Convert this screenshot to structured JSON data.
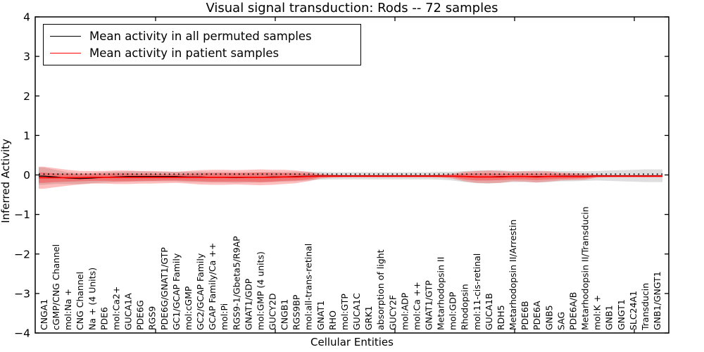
{
  "figure": {
    "title": "Visual signal transduction: Rods -- 72 samples",
    "xlabel": "Cellular Entities",
    "ylabel": "Inferred Activity",
    "legend": {
      "items": [
        {
          "label": "Mean activity in all permuted samples",
          "color": "#000000"
        },
        {
          "label": "Mean activity in patient samples",
          "color": "#ff0000"
        }
      ]
    }
  },
  "chart_data": {
    "type": "line",
    "title": "Visual signal transduction: Rods -- 72 samples",
    "xlabel": "Cellular Entities",
    "ylabel": "Inferred Activity",
    "ylim": [
      -4,
      4
    ],
    "y_ticks": [
      -4,
      -3,
      -2,
      -1,
      0,
      1,
      2,
      3,
      4
    ],
    "grid": false,
    "legend_position": "upper left",
    "colors": {
      "permuted_mean": "#000000",
      "patient_mean": "#ff0000",
      "zero_reference": "#000000",
      "permuted_band": "rgba(0,0,0,0.13)",
      "patient_band_outer": "rgba(255,0,0,0.25)",
      "patient_band_inner": "rgba(255,0,0,0.29)"
    },
    "categories": [
      "CNGA1",
      "cGMP/CNG Channel",
      "mol:Na +",
      "CNG Channel",
      "Na + (4 Units)",
      "PDE6",
      "mol:Ca2+",
      "GUCA1A",
      "PDE6G",
      "RGS9",
      "PDE6G/GNAT1/GTP",
      "GC1/GCAP Family",
      "mol:cGMP",
      "GC2/GCAP Family",
      "GCAP Family/Ca ++",
      "mol:Pi",
      "RGS9-1/Gbeta5/R9AP",
      "GNAT1/GDP",
      "mol:GMP (4 units)",
      "GUCY2D",
      "CNGB1",
      "RGS9BP",
      "mol:all-trans-retinal",
      "GNAT1",
      "RHO",
      "mol:GTP",
      "GUCA1C",
      "GRK1",
      "absorption of light",
      "GUCY2F",
      "mol:ADP",
      "mol:Ca ++",
      "GNAT1/GTP",
      "Metarhodopsin II",
      "mol:GDP",
      "Rhodopsin",
      "mol:11-cis-retinal",
      "GUCA1B",
      "RDH5",
      "Metarhodopsin II/Arrestin",
      "PDE6B",
      "PDE6A",
      "GNB5",
      "SAG",
      "PDE6A/B",
      "Metarhodopsin II/Transducin",
      "mol:K +",
      "GNB1",
      "GNGT1",
      "SLC24A1",
      "Transducin",
      "GNB1/GNGT1"
    ],
    "series": [
      {
        "name": "Mean activity in all permuted samples",
        "style": "solid",
        "color": "#000000",
        "values": [
          -0.03,
          -0.05,
          -0.08,
          -0.09,
          -0.08,
          -0.06,
          -0.05,
          -0.04,
          -0.04,
          -0.04,
          -0.04,
          -0.04,
          -0.05,
          -0.05,
          -0.06,
          -0.06,
          -0.07,
          -0.06,
          -0.06,
          -0.05,
          -0.05,
          -0.04,
          -0.03,
          -0.02,
          -0.02,
          -0.02,
          -0.02,
          -0.02,
          -0.02,
          -0.02,
          -0.02,
          -0.02,
          -0.02,
          -0.02,
          -0.03,
          -0.04,
          -0.05,
          -0.05,
          -0.04,
          -0.04,
          -0.04,
          -0.04,
          -0.04,
          -0.03,
          -0.03,
          -0.03,
          -0.02,
          -0.02,
          -0.02,
          -0.02,
          -0.02,
          -0.02
        ]
      },
      {
        "name": "Mean activity in patient samples",
        "style": "solid",
        "color": "#ff0000",
        "values": [
          -0.07,
          -0.07,
          -0.07,
          -0.07,
          -0.06,
          -0.06,
          -0.06,
          -0.06,
          -0.06,
          -0.06,
          -0.06,
          -0.06,
          -0.06,
          -0.06,
          -0.06,
          -0.06,
          -0.06,
          -0.06,
          -0.06,
          -0.06,
          -0.05,
          -0.05,
          -0.04,
          -0.03,
          -0.03,
          -0.03,
          -0.03,
          -0.03,
          -0.03,
          -0.03,
          -0.03,
          -0.03,
          -0.03,
          -0.03,
          -0.03,
          -0.04,
          -0.05,
          -0.05,
          -0.05,
          -0.04,
          -0.04,
          -0.05,
          -0.04,
          -0.04,
          -0.04,
          -0.04,
          -0.03,
          -0.03,
          -0.03,
          -0.03,
          -0.03,
          -0.03
        ]
      },
      {
        "name": "zero reference",
        "style": "dotted",
        "color": "#000000",
        "values": [
          0.02,
          0.02,
          0.02,
          0.02,
          0.02,
          0.02,
          0.02,
          0.02,
          0.02,
          0.02,
          0.02,
          0.02,
          0.02,
          0.02,
          0.02,
          0.02,
          0.02,
          0.02,
          0.02,
          0.02,
          0.02,
          0.02,
          0.02,
          0.02,
          0.02,
          0.02,
          0.02,
          0.02,
          0.02,
          0.02,
          0.02,
          0.02,
          0.02,
          0.02,
          0.02,
          0.02,
          0.02,
          0.02,
          0.02,
          0.02,
          0.02,
          0.02,
          0.02,
          0.02,
          0.02,
          0.02,
          0.02,
          0.02,
          0.02,
          0.02,
          0.02,
          0.02
        ]
      }
    ],
    "bands": [
      {
        "name": "permuted samples range",
        "center_series": 0,
        "color_key": "permuted_band",
        "half_widths": [
          0.22,
          0.18,
          0.15,
          0.14,
          0.13,
          0.13,
          0.13,
          0.13,
          0.13,
          0.12,
          0.12,
          0.12,
          0.13,
          0.13,
          0.13,
          0.13,
          0.13,
          0.13,
          0.13,
          0.13,
          0.12,
          0.12,
          0.11,
          0.1,
          0.09,
          0.09,
          0.09,
          0.09,
          0.09,
          0.09,
          0.09,
          0.09,
          0.09,
          0.1,
          0.11,
          0.14,
          0.16,
          0.17,
          0.16,
          0.14,
          0.14,
          0.15,
          0.14,
          0.13,
          0.13,
          0.12,
          0.12,
          0.13,
          0.14,
          0.15,
          0.16,
          0.16
        ]
      },
      {
        "name": "patient samples range (outer)",
        "center_series": 1,
        "color_key": "patient_band_outer",
        "half_widths": [
          0.28,
          0.24,
          0.2,
          0.17,
          0.16,
          0.16,
          0.17,
          0.17,
          0.16,
          0.16,
          0.15,
          0.14,
          0.16,
          0.18,
          0.19,
          0.19,
          0.18,
          0.19,
          0.2,
          0.19,
          0.18,
          0.16,
          0.12,
          0.06,
          0.04,
          0.03,
          0.03,
          0.03,
          0.03,
          0.03,
          0.03,
          0.03,
          0.03,
          0.04,
          0.06,
          0.12,
          0.15,
          0.16,
          0.15,
          0.12,
          0.13,
          0.14,
          0.13,
          0.1,
          0.09,
          0.08,
          0.04,
          0.03,
          0.03,
          0.03,
          0.03,
          0.03
        ]
      },
      {
        "name": "patient samples range (inner)",
        "center_series": 1,
        "color_key": "patient_band_inner",
        "half_widths": [
          0.13,
          0.11,
          0.1,
          0.09,
          0.09,
          0.09,
          0.1,
          0.1,
          0.09,
          0.09,
          0.08,
          0.08,
          0.09,
          0.1,
          0.11,
          0.11,
          0.11,
          0.11,
          0.12,
          0.11,
          0.1,
          0.09,
          0.07,
          0.03,
          0.02,
          0.02,
          0.02,
          0.02,
          0.02,
          0.02,
          0.02,
          0.02,
          0.02,
          0.02,
          0.03,
          0.07,
          0.09,
          0.09,
          0.08,
          0.07,
          0.07,
          0.08,
          0.07,
          0.06,
          0.05,
          0.04,
          0.02,
          0.02,
          0.02,
          0.02,
          0.02,
          0.02
        ]
      }
    ]
  }
}
